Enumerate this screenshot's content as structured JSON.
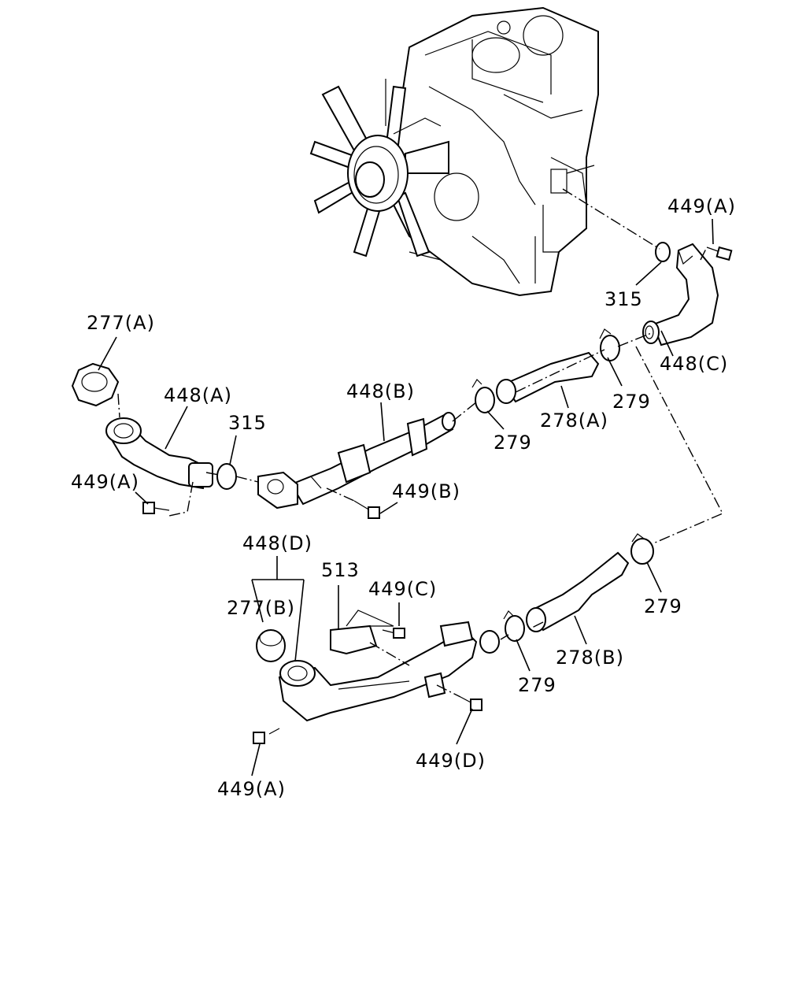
{
  "callouts": {
    "c449a_top": "449(A)",
    "c315_top": "315",
    "c448c": "448(C)",
    "c279_top": "279",
    "c278a": "278(A)",
    "c279_mid": "279",
    "c448b": "448(B)",
    "c315_left": "315",
    "c448a": "448(A)",
    "c277a": "277(A)",
    "c449a_left": "449(A)",
    "c449b": "449(B)",
    "c448d": "448(D)",
    "c277b": "277(B)",
    "c513": "513",
    "c449c": "449(C)",
    "c279_right": "279",
    "c278b": "278(B)",
    "c279_bottom": "279",
    "c449d": "449(D)",
    "c449a_bottom": "449(A)"
  }
}
